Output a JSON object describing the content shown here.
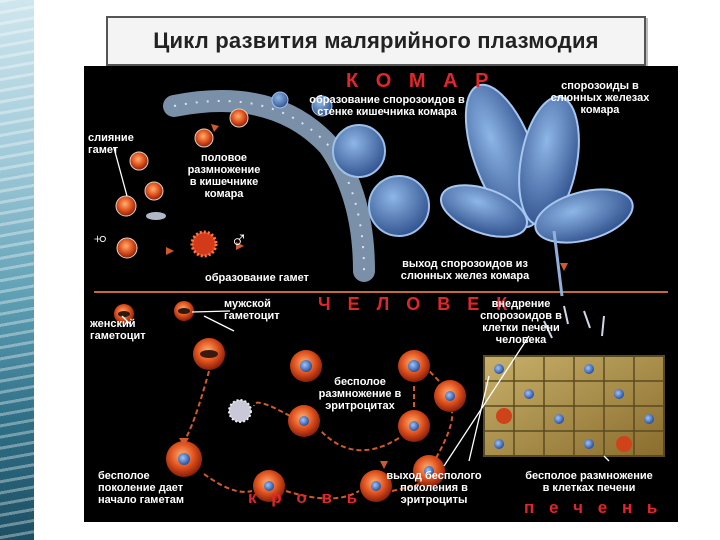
{
  "title": "Цикл развития малярийного плазмодия",
  "sections": {
    "mosquito": "К О М А Р",
    "human": "Ч Е Л О В Е К",
    "blood": "к р о в ь",
    "liver": "п е ч е н ь"
  },
  "labels": {
    "sporozoite_formation": "образование спорозоидов в\nстенке кишечника комара",
    "sporozoites_glands": "спорозоиды в\nслюнных железах\nкомара",
    "gamete_fusion": "слияние\nгамет",
    "sexual_reproduction": "половое\nразмножение\nв кишечнике\nкомара",
    "gamete_formation": "образование гамет",
    "sporozoite_exit": "выход спорозоидов из\nслюнных желез комара",
    "male_gametocyte": "мужской\nгаметоцит",
    "female_gametocyte": "женский\nгаметоцит",
    "liver_invasion": "внедрение\nспорозоидов в\nклетки печени\nчеловека",
    "asexual_rbc": "бесполое\nразмножение в\nэритроцитах",
    "asexual_gametes": "бесполое\nпоколение дает\nначало гаметам",
    "asexual_exit": "выход бесполого\nпоколения в\nэритроциты",
    "asexual_liver": "бесполое размножение\nв клетках печени"
  },
  "symbols": {
    "female": "♀",
    "male": "♂"
  },
  "colors": {
    "section_red": "#e0262a",
    "cell_red": "#e0521e",
    "cell_blue": "#3a6fb8",
    "divider": "#c26a3a"
  }
}
